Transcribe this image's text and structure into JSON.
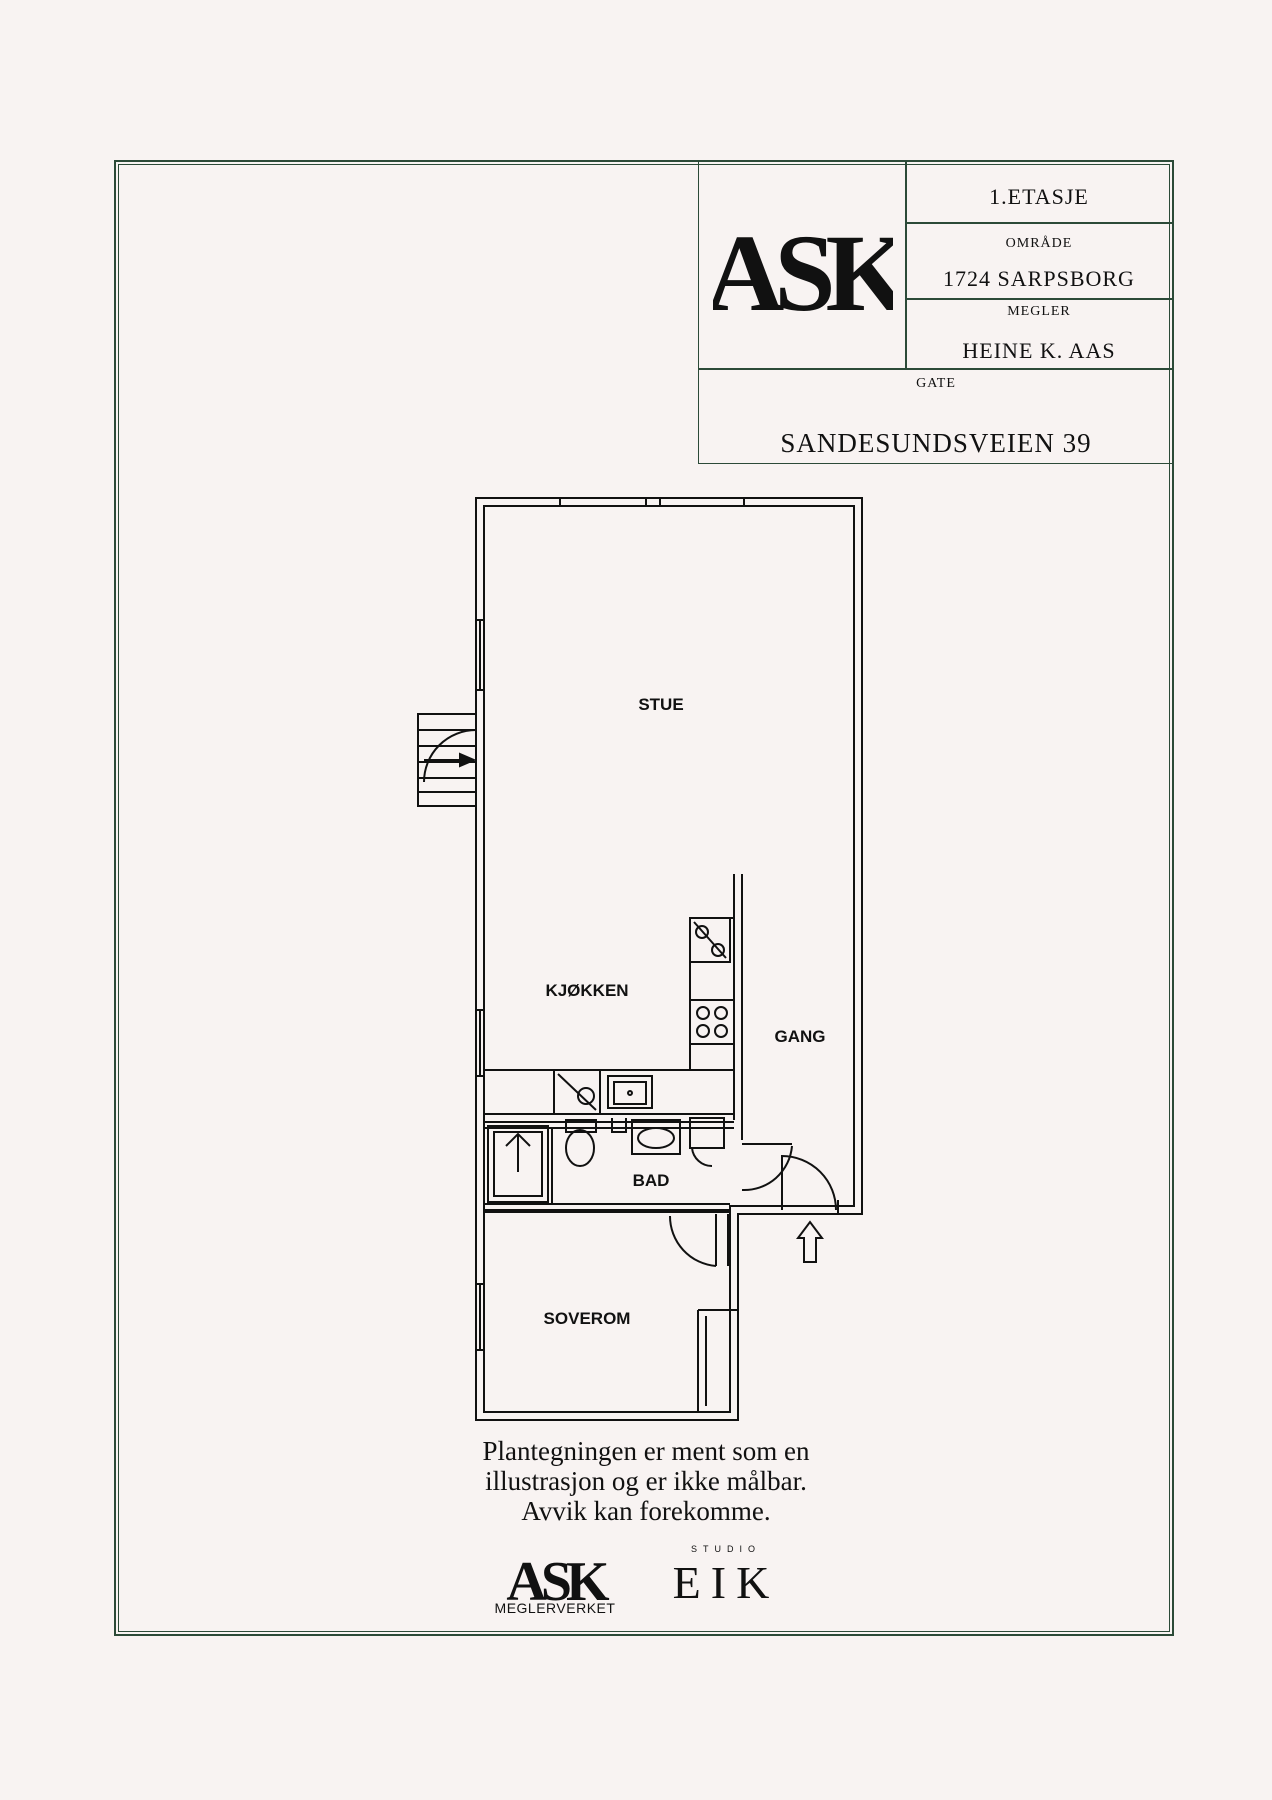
{
  "title_block": {
    "logo_text": "ASK",
    "floor": "1.ETASJE",
    "area_label": "OMRÅDE",
    "area_value": "1724 SARPSBORG",
    "broker_label": "MEGLER",
    "broker_value": "HEINE K. AAS",
    "street_label": "GATE",
    "street_value": "SANDESUNDSVEIEN 39"
  },
  "rooms": {
    "stue": "STUE",
    "kjokken": "KJØKKEN",
    "gang": "GANG",
    "bad": "BAD",
    "soverom": "SOVEROM"
  },
  "disclaimer": {
    "line1": "Plantegningen er ment som en",
    "line2": "illustrasjon og er ikke målbar.",
    "line3": "Avvik kan forekomme."
  },
  "footer": {
    "ask_logo": "ASK",
    "ask_caption": "MEGLERVERKET",
    "studio_label": "STUDIO",
    "eik_logo": "EIK"
  },
  "colors": {
    "background": "#f8f3f2",
    "frame": "#2c4a38",
    "ink": "#111111"
  }
}
